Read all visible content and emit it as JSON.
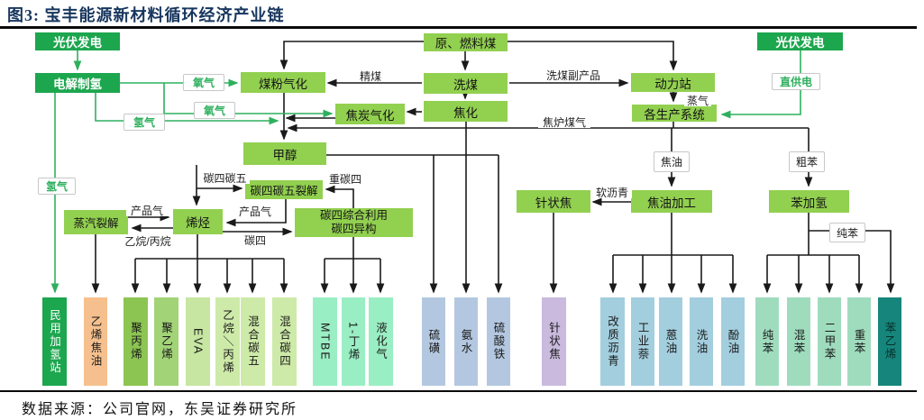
{
  "title": "图3: 宝丰能源新材料循环经济产业链",
  "source": "数据来源：公司官网，东吴证券研究所",
  "colors": {
    "title_navy": "#17365d",
    "process_box_green": "#92d050",
    "energy_dark_green": "#1ca64e",
    "line_black": "#1a1a1a",
    "line_green": "#2eb05e"
  },
  "nodes": {
    "pv_left": "光伏发电",
    "electrolysis": "电解制氢",
    "pv_right": "光伏发电",
    "raw_fuel_coal": "原、燃料煤",
    "coal_washing": "洗煤",
    "coking": "焦化",
    "pulverized_coal_gasification": "煤粉气化",
    "coke_gasification": "焦炭气化",
    "power_station": "动力站",
    "production_systems": "各生产系统",
    "methanol": "甲醇",
    "c4c5_cracking": "碳四碳五裂解",
    "olefins": "烯烃",
    "steam_cracking": "蒸汽裂解",
    "c4_utilization_l1": "碳四综合利用",
    "c4_utilization_l2": "碳四异构",
    "needle_coke_process": "针状焦",
    "tar_processing": "焦油加工",
    "benzene_hydrogenation": "苯加氢"
  },
  "edge_labels": {
    "oxygen_1": "氧气",
    "oxygen_2": "氧气",
    "hydrogen_1": "氢气",
    "hydrogen_2": "氢气",
    "direct_power": "直供电",
    "refined_coal": "精煤",
    "washing_byproduct": "洗煤副产品",
    "steam": "蒸气",
    "coke_oven_gas": "焦炉煤气",
    "tar": "焦油",
    "crude_benzene": "粗苯",
    "c4c5": "碳四碳五",
    "heavy_c4": "重碳四",
    "product_gas_left": "产品气",
    "product_gas_right": "产品气",
    "c4": "碳四",
    "ethane_propane": "乙烷/丙烷",
    "soft_pitch": "软沥青",
    "pure_benzene": "纯苯"
  },
  "products": [
    {
      "label": "民用加氢站",
      "color": "#1ca64e",
      "text_color": "#ffffff"
    },
    {
      "label": "乙烯焦油",
      "color": "#f6c08e",
      "text_color": "#1a1a1a"
    },
    {
      "label": "聚丙烯",
      "color": "#8cc552",
      "text_color": "#1a1a1a"
    },
    {
      "label": "聚乙烯",
      "color": "#a2d377",
      "text_color": "#1a1a1a"
    },
    {
      "label": "EVA",
      "color": "#c6e6a1",
      "text_color": "#1a1a1a"
    },
    {
      "label": "乙烷＼丙烯",
      "color": "#cdeaa8",
      "text_color": "#1a1a1a"
    },
    {
      "label": "混合碳五",
      "color": "#cdeaa8",
      "text_color": "#1a1a1a"
    },
    {
      "label": "混合碳四",
      "color": "#cdeaa8",
      "text_color": "#1a1a1a"
    },
    {
      "label": "MTBE",
      "color": "#9aeec3",
      "text_color": "#1a1a1a"
    },
    {
      "label": "1-丁烯",
      "color": "#9aeec3",
      "text_color": "#1a1a1a"
    },
    {
      "label": "液化气",
      "color": "#9aeec3",
      "text_color": "#1a1a1a"
    },
    {
      "label": "硫磺",
      "color": "#b3c8e0",
      "text_color": "#1a1a1a"
    },
    {
      "label": "氨水",
      "color": "#b3c8e0",
      "text_color": "#1a1a1a"
    },
    {
      "label": "硫酸铁",
      "color": "#b3c8e0",
      "text_color": "#1a1a1a"
    },
    {
      "label": "针状焦",
      "color": "#c9bade",
      "text_color": "#1a1a1a"
    },
    {
      "label": "改质沥青",
      "color": "#a3cede",
      "text_color": "#1a1a1a"
    },
    {
      "label": "工业萘",
      "color": "#a3cede",
      "text_color": "#1a1a1a"
    },
    {
      "label": "蒽油",
      "color": "#a3cede",
      "text_color": "#1a1a1a"
    },
    {
      "label": "洗油",
      "color": "#a3cede",
      "text_color": "#1a1a1a"
    },
    {
      "label": "酚油",
      "color": "#a3cede",
      "text_color": "#1a1a1a"
    },
    {
      "label": "纯苯",
      "color": "#9fdcbe",
      "text_color": "#1a1a1a"
    },
    {
      "label": "混苯",
      "color": "#9fdcbe",
      "text_color": "#1a1a1a"
    },
    {
      "label": "二甲苯",
      "color": "#9fdcbe",
      "text_color": "#1a1a1a"
    },
    {
      "label": "重苯",
      "color": "#9fdcbe",
      "text_color": "#1a1a1a"
    },
    {
      "label": "苯乙烯",
      "color": "#16867c",
      "text_color": "#06302c"
    }
  ]
}
